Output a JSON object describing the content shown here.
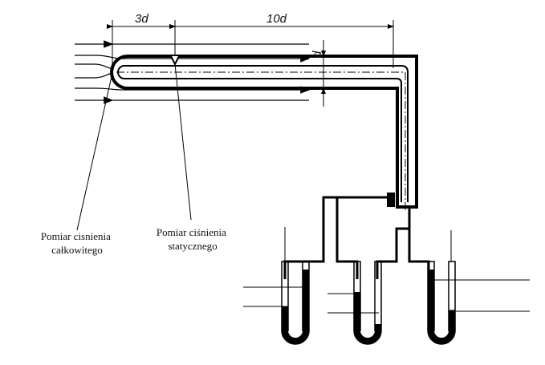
{
  "dimensions": {
    "offset_label": "3d",
    "length_label": "10d",
    "diameter_label": "d"
  },
  "annotations": {
    "total_pressure": {
      "line1": "Pomiar cisnienia",
      "line2": "całkowitego"
    },
    "static_pressure": {
      "line1": "Pomiar ciśnienia",
      "line2": "statycznego"
    }
  },
  "manometer_levels": {
    "manometer_1": {
      "left": 0.62,
      "right": 0.05
    },
    "manometer_2": {
      "left": 0.4,
      "right": 0.9
    },
    "manometer_3": {
      "left": 0.05,
      "right": 0.68
    }
  },
  "colors": {
    "ink": "#000000",
    "fluid": "#000000",
    "background": "#ffffff"
  }
}
